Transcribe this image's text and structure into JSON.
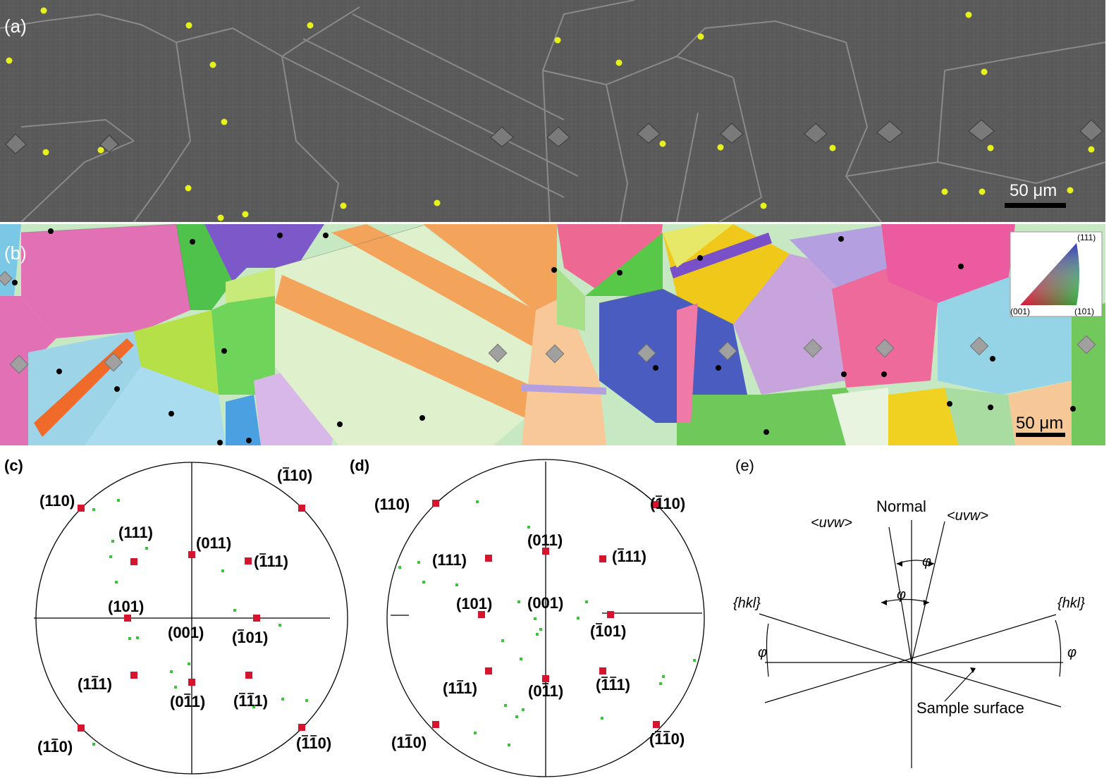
{
  "panels": {
    "a": {
      "label": "(a)",
      "scale_bar": "50 μm"
    },
    "b": {
      "label": "(b)",
      "scale_bar": "50 μm",
      "ipf_key": {
        "top": "(111)",
        "left": "(001)",
        "right": "(101)"
      }
    },
    "c": {
      "label": "(c)",
      "poles": [
        {
          "text": "(110)",
          "bar": []
        },
        {
          "text": "(110)",
          "bar": [
            1
          ]
        },
        {
          "text": "(111)",
          "bar": []
        },
        {
          "text": "(011)",
          "bar": []
        },
        {
          "text": "(111)",
          "bar": [
            1
          ]
        },
        {
          "text": "(101)",
          "bar": []
        },
        {
          "text": "(001)",
          "bar": []
        },
        {
          "text": "(101)",
          "bar": [
            1
          ]
        },
        {
          "text": "(111)",
          "bar": [
            2
          ]
        },
        {
          "text": "(011)",
          "bar": [
            2
          ]
        },
        {
          "text": "(111)",
          "bar": [
            1,
            2
          ]
        },
        {
          "text": "(110)",
          "bar": [
            2
          ]
        },
        {
          "text": "(110)",
          "bar": [
            1,
            2
          ]
        }
      ]
    },
    "d": {
      "label": "(d)",
      "poles": [
        {
          "text": "(110)",
          "bar": []
        },
        {
          "text": "(110)",
          "bar": [
            1
          ]
        },
        {
          "text": "(011)",
          "bar": []
        },
        {
          "text": "(111)",
          "bar": []
        },
        {
          "text": "(111)",
          "bar": [
            1
          ]
        },
        {
          "text": "(101)",
          "bar": []
        },
        {
          "text": "(001)",
          "bar": []
        },
        {
          "text": "(101)",
          "bar": [
            1
          ]
        },
        {
          "text": "(111)",
          "bar": [
            2
          ]
        },
        {
          "text": "(011)",
          "bar": [
            2
          ]
        },
        {
          "text": "(111)",
          "bar": [
            1,
            2
          ]
        },
        {
          "text": "(110)",
          "bar": [
            2
          ]
        },
        {
          "text": "(110)",
          "bar": [
            1,
            2
          ]
        }
      ]
    },
    "e": {
      "label": "(e)",
      "normal": "Normal",
      "uvw_left": "<uvw>",
      "uvw_right": "<uvw>",
      "hkl_left": "{hkl}",
      "hkl_right": "{hkl}",
      "phi": "φ",
      "sample_surface": "Sample surface"
    }
  },
  "colors": {
    "sem_bg": "#5b5b5b",
    "marker_yellow": "#e6f21c",
    "pole_red": "#d6142d",
    "pole_green": "#3cc43c"
  }
}
